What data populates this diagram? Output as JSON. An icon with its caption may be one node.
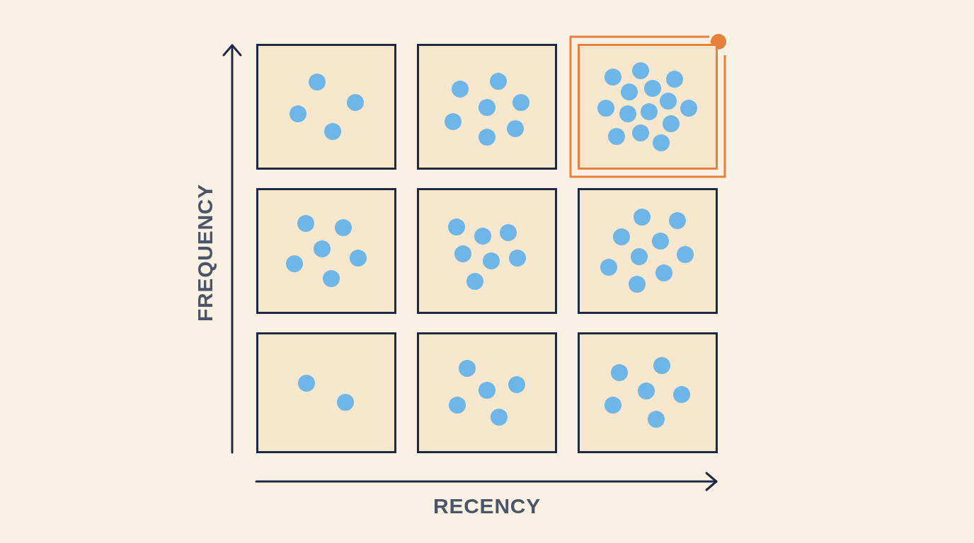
{
  "diagram": {
    "nodes": [
      {
        "text": [],
        "shape": "box"
      },
      {
        "text": [],
        "shape": "box"
      },
      {
        "text": [],
        "shape": "box"
      },
      {
        "text": [],
        "shape": "box"
      },
      {
        "text": [],
        "shape": "box"
      },
      {
        "text": [],
        "shape": "box"
      },
      {
        "text": [],
        "shape": "box"
      },
      {
        "text": [],
        "shape": "box"
      },
      {
        "text": [],
        "shape": "box"
      }
    ],
    "labels": [
      "FREQUENCY",
      "RECENCY"
    ]
  }
}
